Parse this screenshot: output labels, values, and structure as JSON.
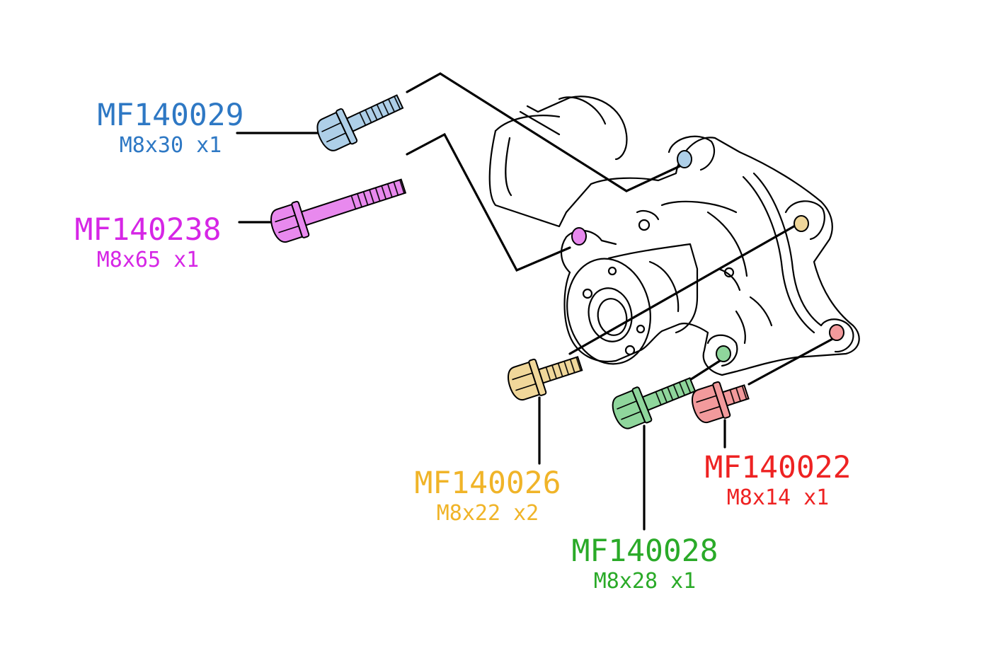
{
  "colors": {
    "blue": "#2e78c4",
    "blue_fill": "#aecfe8",
    "magenta": "#d626e6",
    "magenta_fill": "#e889ee",
    "gold": "#f0b428",
    "gold_fill": "#f0d79a",
    "green": "#2aaa28",
    "green_fill": "#8fd69c",
    "red": "#ee2222",
    "red_fill": "#f29a9c",
    "line": "#000000"
  },
  "parts": [
    {
      "key": "blue",
      "part_number": "MF140029",
      "spec": "M8x30 x1"
    },
    {
      "key": "magenta",
      "part_number": "MF140238",
      "spec": "M8x65 x1"
    },
    {
      "key": "gold",
      "part_number": "MF140026",
      "spec": "M8x22 x2"
    },
    {
      "key": "green",
      "part_number": "MF140028",
      "spec": "M8x28 x1"
    },
    {
      "key": "red",
      "part_number": "MF140022",
      "spec": "M8x14 x1"
    }
  ]
}
